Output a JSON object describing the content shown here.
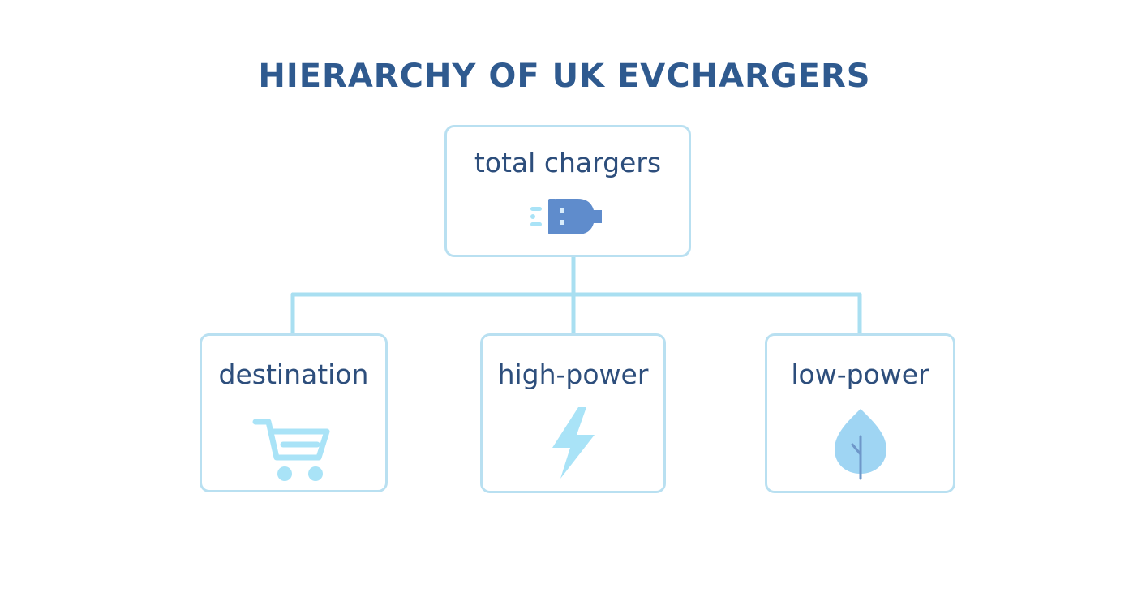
{
  "title": "HIERARCHY OF UK EVCHARGERS",
  "root": {
    "label": "total chargers",
    "icon": "ev-plug-icon"
  },
  "children": [
    {
      "label": "destination",
      "icon": "shopping-cart-icon"
    },
    {
      "label": "high-power",
      "icon": "lightning-bolt-icon"
    },
    {
      "label": "low-power",
      "icon": "leaf-icon"
    }
  ],
  "colors": {
    "title": "#2f5a8f",
    "label": "#2d4e7c",
    "border": "#b9e0f1",
    "connector": "#a9dff1",
    "icon_light": "#a9e3f7",
    "icon_dark": "#5f8ccc"
  }
}
